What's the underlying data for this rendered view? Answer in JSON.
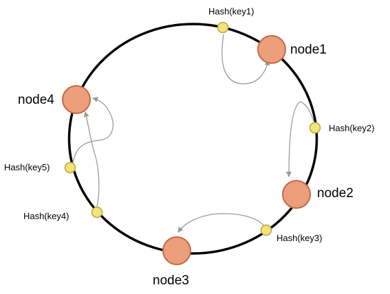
{
  "colors": {
    "background": "#ffffff",
    "ring": "#000000",
    "node_fill": "#ec9d79",
    "node_stroke": "#c06a4a",
    "key_fill": "#f2e27a",
    "key_stroke": "#b8a73d",
    "arrow": "#9a9a9a"
  },
  "diagram": {
    "type": "consistent-hashing-ring",
    "nodes": [
      {
        "id": "node1",
        "label": "node1"
      },
      {
        "id": "node2",
        "label": "node2"
      },
      {
        "id": "node3",
        "label": "node3"
      },
      {
        "id": "node4",
        "label": "node4"
      }
    ],
    "keys": [
      {
        "id": "key1",
        "label": "Hash(key1)",
        "maps_to": "node1"
      },
      {
        "id": "key2",
        "label": "Hash(key2)",
        "maps_to": "node2"
      },
      {
        "id": "key3",
        "label": "Hash(key3)",
        "maps_to": "node3"
      },
      {
        "id": "key4",
        "label": "Hash(key4)",
        "maps_to": "node4"
      },
      {
        "id": "key5",
        "label": "Hash(key5)",
        "maps_to": "node4"
      }
    ]
  }
}
